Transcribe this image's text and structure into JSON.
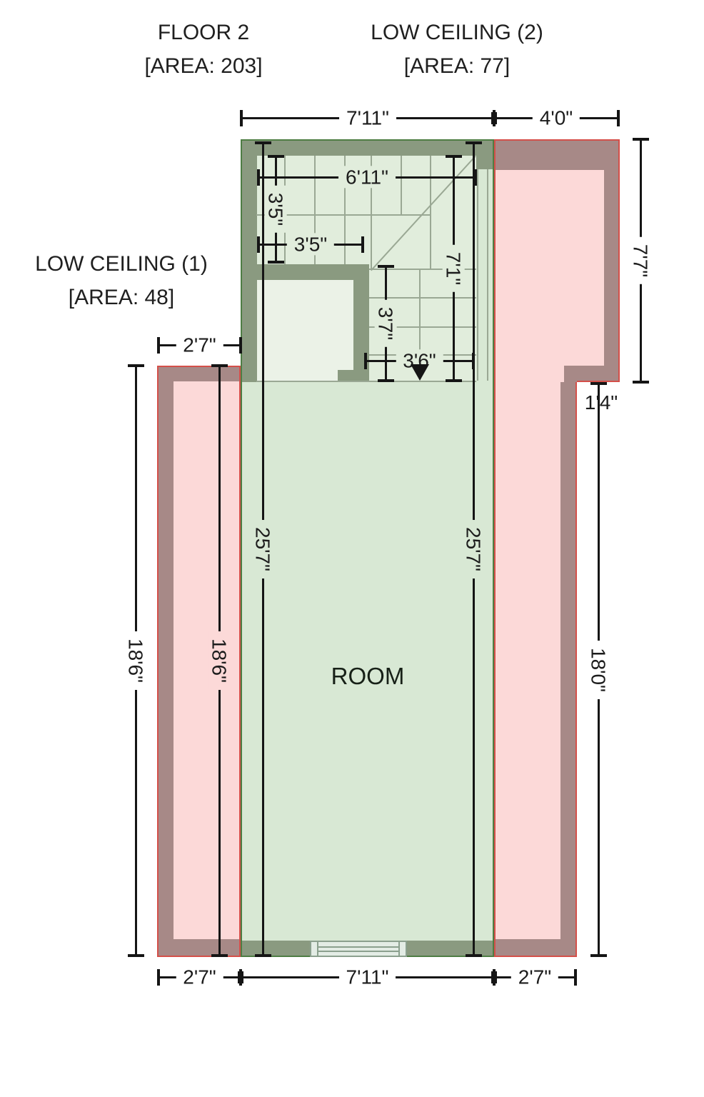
{
  "titles": {
    "floor": {
      "line1": "FLOOR 2",
      "line2": "[AREA: 203]"
    },
    "low_ceiling_2": {
      "line1": "LOW CEILING (2)",
      "line2": "[AREA: 77]"
    },
    "low_ceiling_1": {
      "line1": "LOW CEILING (1)",
      "line2": "[AREA: 48]"
    }
  },
  "room": {
    "label": "ROOM"
  },
  "dims": {
    "top_width": "7'11\"",
    "top_right_width": "4'0\"",
    "stair_width": "6'11\"",
    "stair_rise": "3'5\"",
    "stair_run": "3'5\"",
    "stair_height": "7'1\"",
    "lower_run": "3'7\"",
    "stair_exit": "3'6\"",
    "left_offset": "2'7\"",
    "right_height": "7'7\"",
    "step_width": "1'4\"",
    "right_side": "18'0\"",
    "left_outer": "18'6\"",
    "left_inner": "18'6\"",
    "room_left": "25'7\"",
    "room_right": "25'7\"",
    "bottom_left": "2'7\"",
    "bottom_width": "7'11\"",
    "bottom_right": "2'7\""
  },
  "colors": {
    "room_green": "#d8e8d4",
    "stair_green": "#e1eddc",
    "closet_green": "#ebf2e7",
    "wall_green": "#8a9a80",
    "outline_green": "#4e7d44",
    "stair_line": "#9aa894",
    "low_pink": "#fcd9d8",
    "wall_mauve": "#a78987",
    "outline_red": "#d4504a",
    "dim": "#151515",
    "window_frame": "#8ba08e",
    "window_fill": "#e3ece5"
  }
}
